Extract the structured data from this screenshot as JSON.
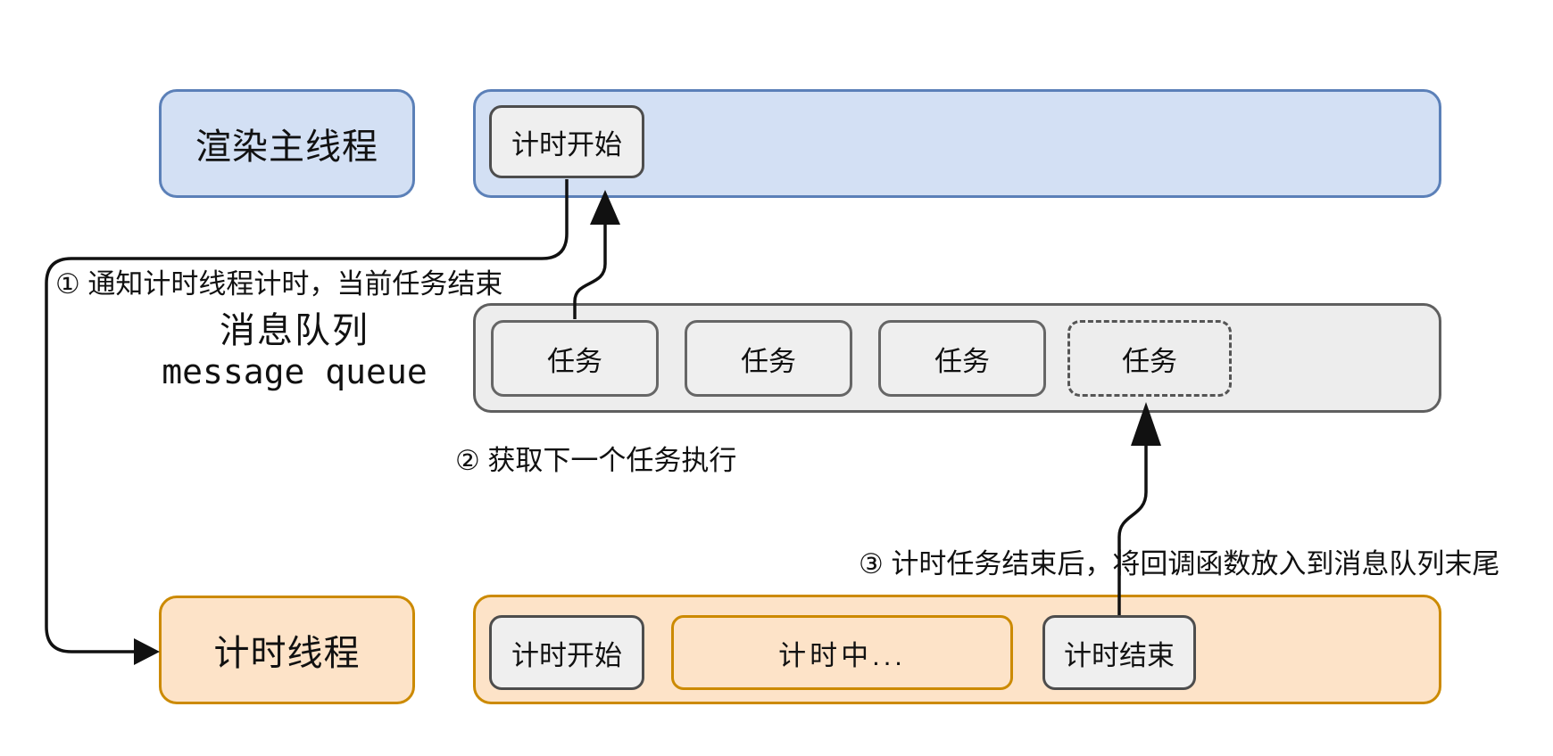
{
  "colors": {
    "background": "#ffffff",
    "text": "#111111",
    "arrow": "#111111",
    "blue_fill": "#d3e0f4",
    "blue_border": "#5b80b8",
    "orange_fill": "#fde3c8",
    "orange_border": "#cc8a00",
    "gray_bar_fill": "#ededed",
    "gray_bar_border": "#5f5f5f",
    "button_fill": "#efefef",
    "button_border": "#4d4d4d",
    "task_border": "#666666",
    "dashed_border": "#555555"
  },
  "render_thread": {
    "label": "渲染主线程",
    "timer_start": "计时开始"
  },
  "message_queue": {
    "label_zh": "消息队列",
    "label_en": "message queue",
    "tasks": [
      "任务",
      "任务",
      "任务"
    ],
    "pending_task": "任务"
  },
  "timer_thread": {
    "label": "计时线程",
    "timing_start": "计时开始",
    "timing_in_progress": "计时中...",
    "timing_end": "计时结束"
  },
  "annotations": {
    "step1": "① 通知计时线程计时，当前任务结束",
    "step2": "② 获取下一个任务执行",
    "step3": "③ 计时任务结束后，将回调函数放入到消息队列末尾"
  }
}
